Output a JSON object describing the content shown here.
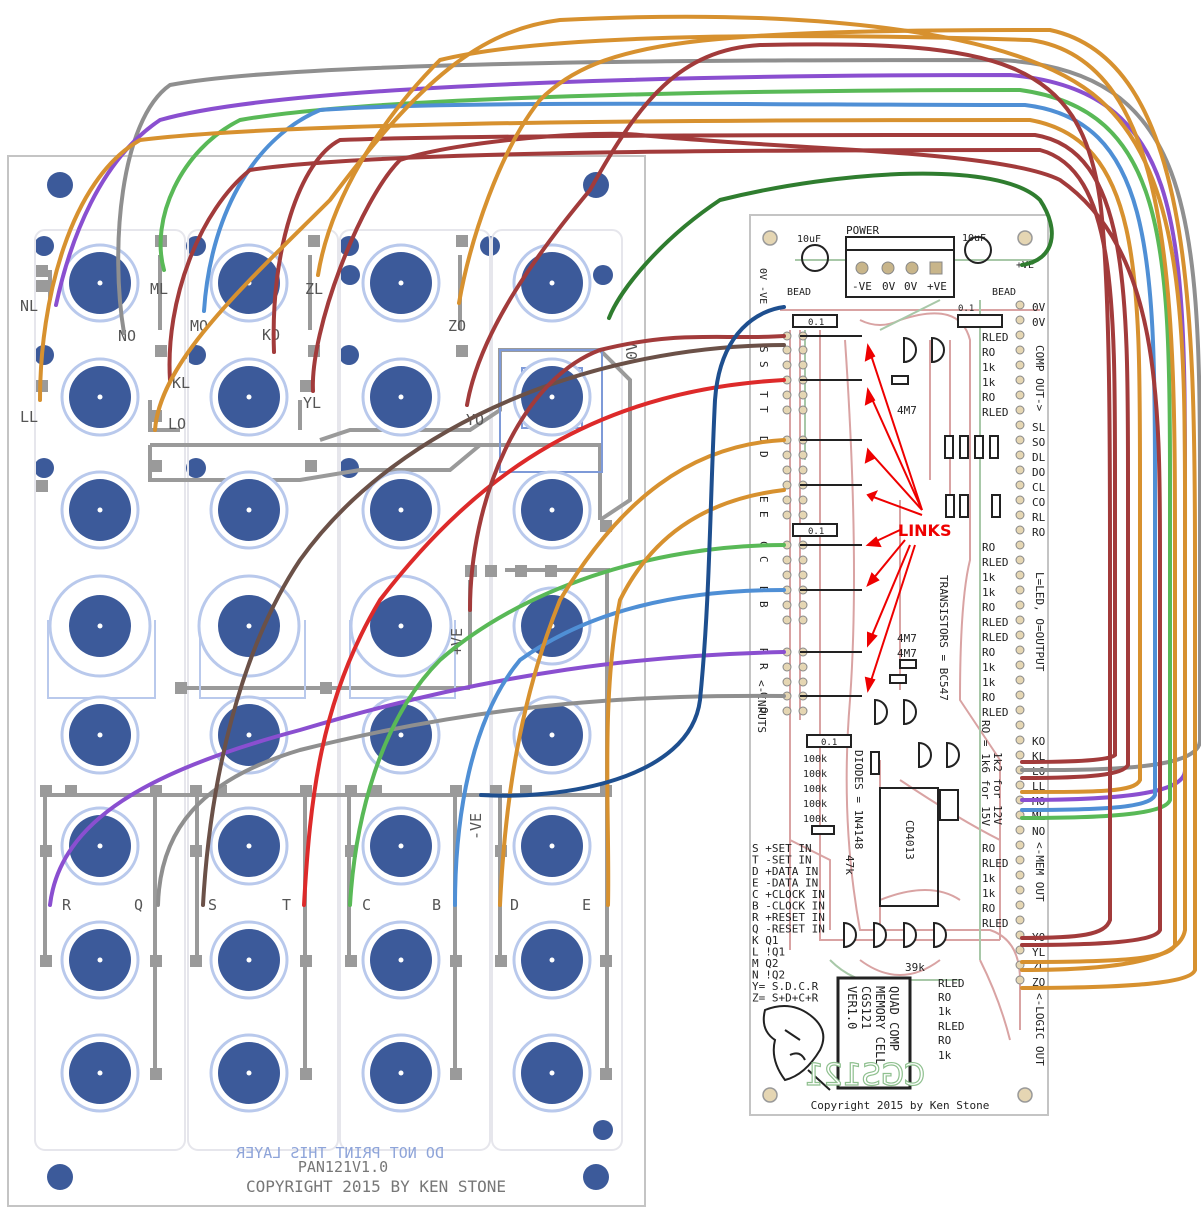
{
  "panel": {
    "title_mirrored": "DO NOT PRINT THIS LAYER",
    "name": "PAN121V1.0",
    "copyright": "COPYRIGHT 2015 BY KEN STONE",
    "labels": {
      "NL": "NL",
      "NO": "NO",
      "ML": "ML",
      "MO": "MO",
      "ZL": "ZL",
      "KO": "KO",
      "ZO": "ZO",
      "KL": "KL",
      "LL": "LL",
      "LO": "LO",
      "YL": "YL",
      "YO": "YO",
      "zero_v": "0V",
      "plus_ve": "+VE",
      "minus_ve": "-VE",
      "R": "R",
      "Q": "Q",
      "S": "S",
      "T": "T",
      "C": "C",
      "B": "B",
      "D": "D",
      "E": "E"
    }
  },
  "pcb": {
    "power_label": "POWER",
    "cap_label": "10uF",
    "power_pins": [
      "-VE",
      "0V",
      "0V",
      "+VE"
    ],
    "bead_label": "BEAD",
    "left_top": "0V -VE",
    "plus_ve": "+VE",
    "res_01": "0.1",
    "right_pins": [
      "0V",
      "0V"
    ],
    "comp_out": "COMP OUT->",
    "resistors_right": [
      "RLED",
      "RO",
      "1k",
      "1k",
      "RO",
      "RLED"
    ],
    "ctrl_pins": [
      "SL",
      "SO",
      "DL",
      "DO",
      "CL",
      "CO",
      "RL",
      "RO"
    ],
    "resistors_right2": [
      "RO",
      "RLED",
      "1k",
      "1k",
      "RO",
      "RLED",
      "RLED",
      "RO",
      "1k",
      "1k",
      "RO",
      "RLED"
    ],
    "led_out_note": "L=LED, O=OUTPUT",
    "transistors_note": "TRANSISTORS = BC547",
    "links_label": "LINKS",
    "res_4m7": "4M7",
    "left_pin_letters": [
      "S",
      "S",
      "T",
      "T",
      "D",
      "D",
      "E",
      "E",
      "C",
      "C",
      "B",
      "B",
      "R",
      "R",
      "Q",
      "Q"
    ],
    "inputs_label": "<-INPUTS",
    "pulldowns": [
      "100k",
      "100k",
      "100k",
      "100k",
      "100k"
    ],
    "diodes_note": "DIODES = 1N4148",
    "ro_note": "RO = 1k6 for 15V",
    "ro_note2": "1k2 for 12V",
    "chip": "CD4013",
    "r47k": "47k",
    "r39k": "39k",
    "mem_out": "<-MEM OUT",
    "mem_pins": [
      "KO",
      "KL",
      "LO",
      "LL",
      "MO",
      "ML",
      "NO"
    ],
    "logic_pins": [
      "YO",
      "YL",
      "ZL",
      "ZO"
    ],
    "logic_out": "<-LOGIC OUT",
    "legend": [
      "S  +SET IN",
      "T  -SET IN",
      "D  +DATA IN",
      "E  -DATA IN",
      "C  +CLOCK IN",
      "B  -CLOCK IN",
      "R  +RESET IN",
      "Q  -RESET IN",
      "K  Q1",
      "L  !Q1",
      "M  Q2",
      "N  !Q2",
      "Y= S.D.C.R",
      "Z= S+D+C+R"
    ],
    "title_box": [
      "QUAD COMP",
      "MEMORY CELL",
      "CGS121",
      "VER1.0"
    ],
    "mirror_code": "CGS121",
    "copyright": "Copyright 2015 by Ken Stone",
    "resistors_bottom": [
      "RLED",
      "RO",
      "1k",
      "RLED",
      "RO",
      "1k"
    ]
  },
  "colors": {
    "jack": "#3c5a9a",
    "jack_ring": "#b9c9ec",
    "trace_gray": "#9a9a9a",
    "silk_pink": "#d9a3a3",
    "links_red": "#ee0000"
  }
}
